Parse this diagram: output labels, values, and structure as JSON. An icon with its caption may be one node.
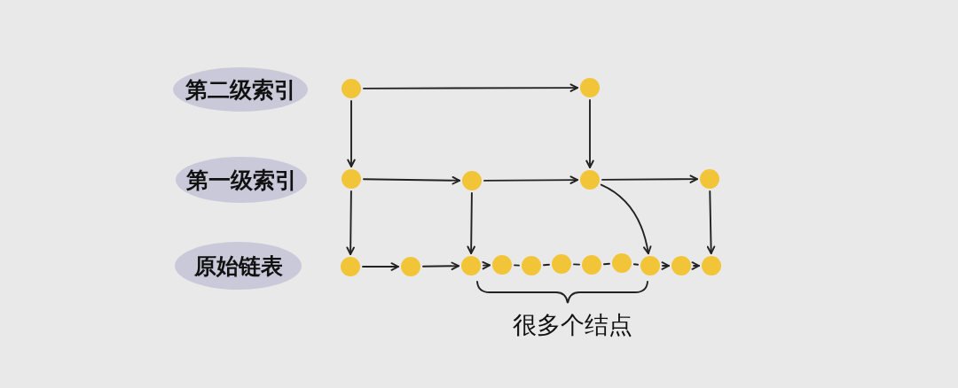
{
  "diagram": {
    "nodes": [
      {
        "text": [
          "第二级索引"
        ]
      },
      {
        "text": [
          "第一级索引"
        ]
      },
      {
        "text": [
          "原始链表"
        ]
      },
      {
        "text": [],
        "shape": "circle"
      },
      {
        "text": [],
        "shape": "circle"
      },
      {
        "text": [],
        "shape": "circle"
      },
      {
        "text": [],
        "shape": "circle"
      },
      {
        "text": [],
        "shape": "circle"
      },
      {
        "text": [],
        "shape": "circle"
      },
      {
        "text": [],
        "shape": "circle"
      },
      {
        "text": [],
        "shape": "circle"
      },
      {
        "text": [],
        "shape": "circle"
      },
      {
        "text": [],
        "shape": "circle"
      },
      {
        "text": [],
        "shape": "circle"
      },
      {
        "text": [],
        "shape": "circle"
      },
      {
        "text": [],
        "shape": "circle"
      },
      {
        "text": [],
        "shape": "circle"
      },
      {
        "text": [],
        "shape": "circle"
      },
      {
        "text": [],
        "shape": "circle"
      },
      {
        "text": [],
        "shape": "circle"
      }
    ],
    "edges": [
      {
        "from": 3,
        "to": 4,
        "arrow": "to"
      },
      {
        "from": 3,
        "to": 5,
        "arrow": "to"
      },
      {
        "from": 4,
        "to": 7,
        "arrow": "to"
      },
      {
        "from": 5,
        "to": 6,
        "arrow": "to"
      },
      {
        "from": 6,
        "to": 7,
        "arrow": "to"
      },
      {
        "from": 7,
        "to": 8,
        "arrow": "to"
      },
      {
        "from": 5,
        "to": 9,
        "arrow": "to"
      },
      {
        "from": 6,
        "to": 11,
        "arrow": "to"
      },
      {
        "from": 7,
        "to": 17,
        "arrow": "to"
      },
      {
        "from": 8,
        "to": 19,
        "arrow": "to"
      },
      {
        "from": 9,
        "to": 10,
        "arrow": "to"
      },
      {
        "from": 10,
        "to": 11,
        "arrow": "to"
      },
      {
        "from": 11,
        "to": 12,
        "arrow": "to"
      },
      {
        "from": 12,
        "to": 13,
        "arrow": "none"
      },
      {
        "from": 13,
        "to": 14,
        "arrow": "none"
      },
      {
        "from": 14,
        "to": 15,
        "arrow": "none"
      },
      {
        "from": 15,
        "to": 16,
        "arrow": "none"
      },
      {
        "from": 16,
        "to": 17,
        "arrow": "none"
      },
      {
        "from": 17,
        "to": 18,
        "arrow": "to"
      },
      {
        "from": 18,
        "to": 19,
        "arrow": "to"
      }
    ],
    "labels": [
      "很多个结点"
    ]
  }
}
